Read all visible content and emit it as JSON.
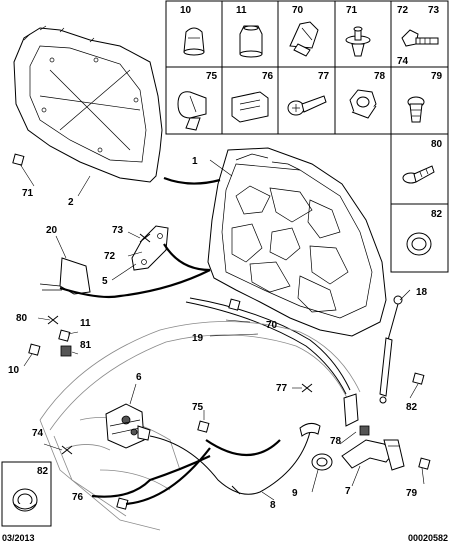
{
  "parts_grid": {
    "row1": [
      "10",
      "11",
      "70",
      "71",
      "72",
      "73",
      "74"
    ],
    "row2": [
      "75",
      "76",
      "77",
      "78",
      "79"
    ],
    "side": [
      "80",
      "82"
    ]
  },
  "callouts": {
    "c1": "1",
    "c2": "2",
    "c71": "71",
    "c20": "20",
    "c73": "73",
    "c72": "72",
    "c5": "5",
    "c80": "80",
    "c11": "11",
    "c81": "81",
    "c10": "10",
    "c18": "18",
    "c70": "70",
    "c19": "19",
    "c6": "6",
    "c77": "77",
    "c82b": "82",
    "c75": "75",
    "c74": "74",
    "c78": "78",
    "c9": "9",
    "c7": "7",
    "c79": "79",
    "c8": "8",
    "c76": "76",
    "c82c": "82"
  },
  "inset": {
    "label": "82"
  },
  "footer": {
    "date": "03/2013",
    "ref": "00020582"
  }
}
